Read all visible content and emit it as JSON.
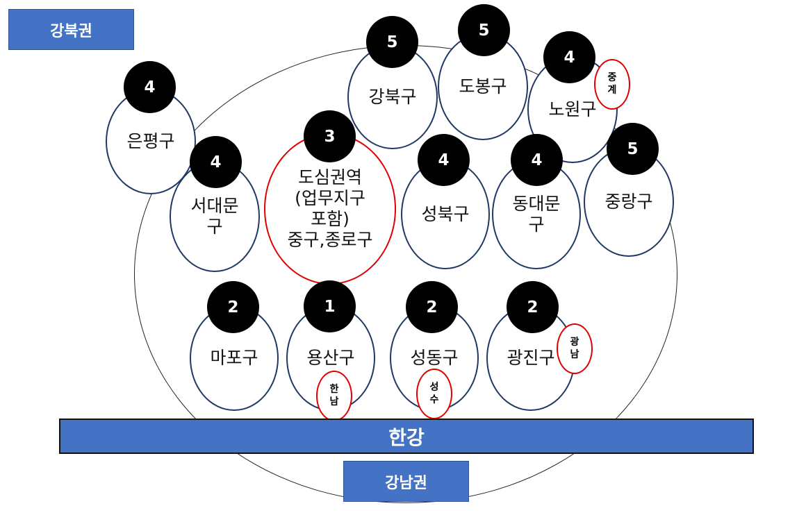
{
  "regions": {
    "north": "강북권",
    "south": "강남권",
    "river": "한강"
  },
  "districts": [
    {
      "name": "은평구",
      "score": "4"
    },
    {
      "name": "서대문\n구",
      "score": "4"
    },
    {
      "name": "도심권역\n(업무지구\n포함)\n중구,종로구",
      "score": "3"
    },
    {
      "name": "강북구",
      "score": "5"
    },
    {
      "name": "도봉구",
      "score": "5"
    },
    {
      "name": "노원구",
      "score": "4"
    },
    {
      "name": "성북구",
      "score": "4"
    },
    {
      "name": "동대문\n구",
      "score": "4"
    },
    {
      "name": "중랑구",
      "score": "5"
    },
    {
      "name": "마포구",
      "score": "2"
    },
    {
      "name": "용산구",
      "score": "1"
    },
    {
      "name": "성동구",
      "score": "2"
    },
    {
      "name": "광진구",
      "score": "2"
    }
  ],
  "subareas": {
    "nowon": "중\n계",
    "yongsan": "한\n남",
    "seongdong": "성\n수",
    "gwangjin": "광\n남"
  },
  "colors": {
    "region_blue": "#4472c4",
    "district_border": "#1f3864",
    "highlight_red": "#e00000",
    "badge_black": "#000000"
  }
}
